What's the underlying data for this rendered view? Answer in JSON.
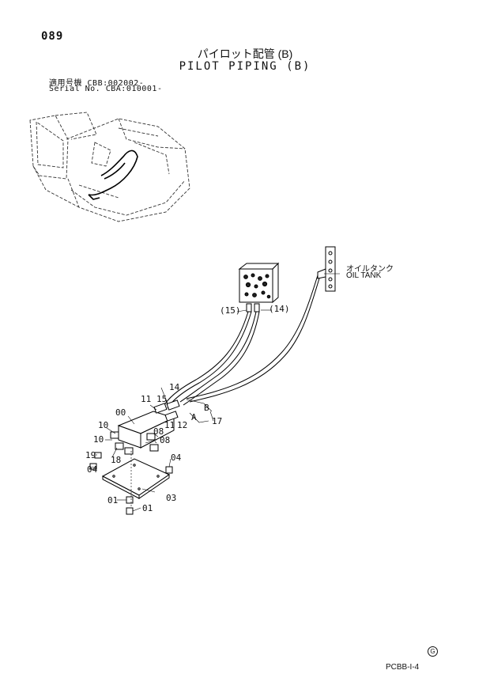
{
  "page_number": "089",
  "title_jp": "パイロット配管 (B)",
  "title_en": "PILOT PIPING (B)",
  "serial": {
    "jp_label": "適用号機",
    "jp_value": "CBB:002002-",
    "en_label": "Serial No.",
    "en_value": "CBA:010001-"
  },
  "oil_tank": {
    "jp": "オイルタンク",
    "en": "OIL TANK"
  },
  "callouts": {
    "c00": "00",
    "c01a": "01",
    "c01b": "01",
    "c03": "03",
    "c04a": "04",
    "c04b": "04",
    "c08a": "08",
    "c08b": "08",
    "c10a": "10",
    "c10b": "10",
    "c11a": "11",
    "c11b": "11",
    "c12": "12",
    "c14": "14",
    "c14p": "(14)",
    "c15": "15",
    "c15p": "(15)",
    "c17": "17",
    "c18": "18",
    "c19": "19",
    "ca": "A",
    "cb": "B"
  },
  "footer_code": "PCBB-I-4",
  "revision_mark": "G"
}
